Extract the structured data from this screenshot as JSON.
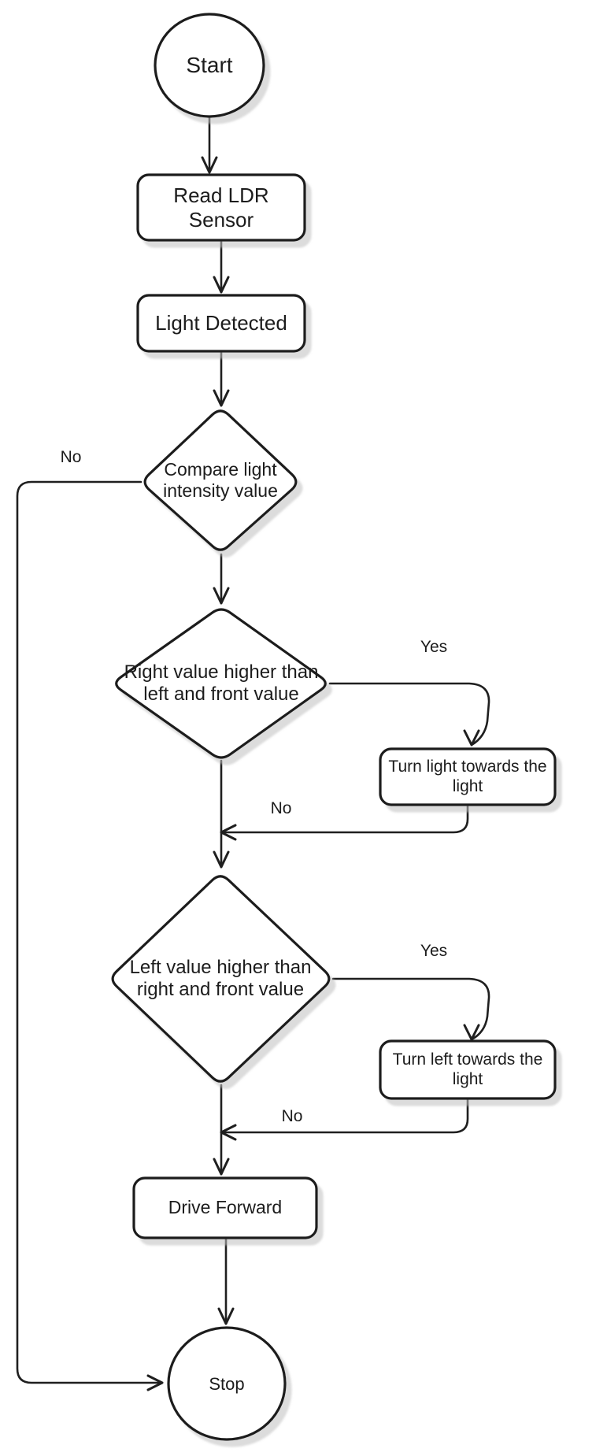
{
  "diagram": {
    "nodes": {
      "start": "Start",
      "read_ldr": "Read LDR Sensor",
      "light_detected": "Light Detected",
      "compare": "Compare light intensity value",
      "right_higher": "Right value higher than left and front value",
      "turn_right": "Turn light towards the light",
      "left_higher": "Left value higher than right and front value",
      "turn_left": "Turn left towards the light",
      "drive_forward": "Drive Forward",
      "stop": "Stop"
    },
    "edges": {
      "compare_no": "No",
      "right_yes": "Yes",
      "right_no": "No",
      "left_yes": "Yes",
      "left_no": "No"
    },
    "colors": {
      "stroke": "#1f1f1f",
      "fill": "#ffffff",
      "shadow": "#d9d9d9",
      "background": "#ffffff"
    }
  }
}
